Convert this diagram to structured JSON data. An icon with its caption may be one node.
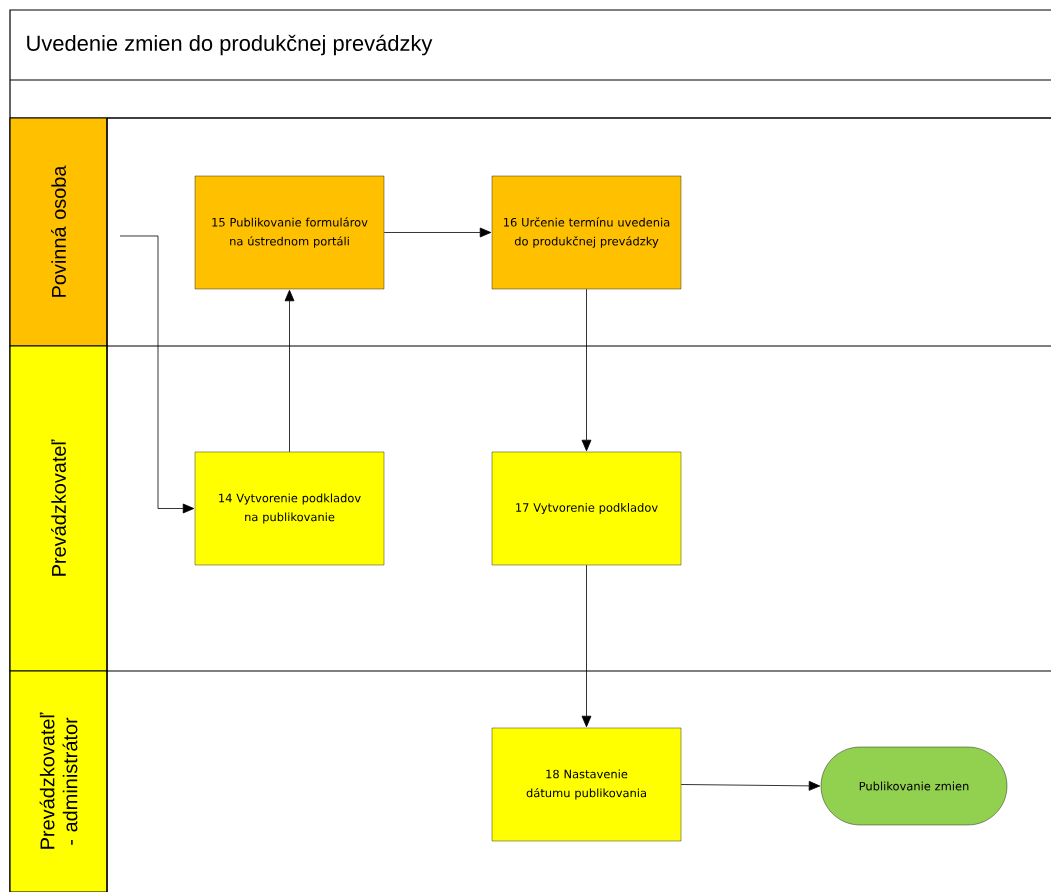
{
  "diagram": {
    "title": "Uvedenie zmien do produkčnej prevádzky",
    "nodes": [
      {
        "text": [
          "Povinná osoba"
        ]
      },
      {
        "text": [
          "Prevádzkovateľ"
        ]
      },
      {
        "text": [
          "Prevádzkovateľ - administrátor"
        ]
      },
      {
        "text": [
          "15 Publikovanie formulárov na ústrednom portáli"
        ]
      },
      {
        "text": [
          "16 Určenie termínu uvedenia do produkčnej prevádzky"
        ]
      },
      {
        "text": [
          "14 Vytvorenie podkladov na publikovanie"
        ]
      },
      {
        "text": [
          "17 Vytvorenie podkladov"
        ]
      },
      {
        "text": [
          "18 Nastavenie dátumu publikovania"
        ]
      },
      {
        "text": [
          "Publikovanie zmien"
        ]
      }
    ],
    "edges": [
      {
        "from": null,
        "to": 5,
        "arrow": "to"
      },
      {
        "from": 5,
        "to": 3,
        "arrow": "to"
      },
      {
        "from": 3,
        "to": 4,
        "arrow": "to"
      },
      {
        "from": 4,
        "to": 6,
        "arrow": "to"
      },
      {
        "from": 6,
        "to": 7,
        "arrow": "to"
      },
      {
        "from": 7,
        "to": 8,
        "arrow": "to"
      }
    ]
  }
}
